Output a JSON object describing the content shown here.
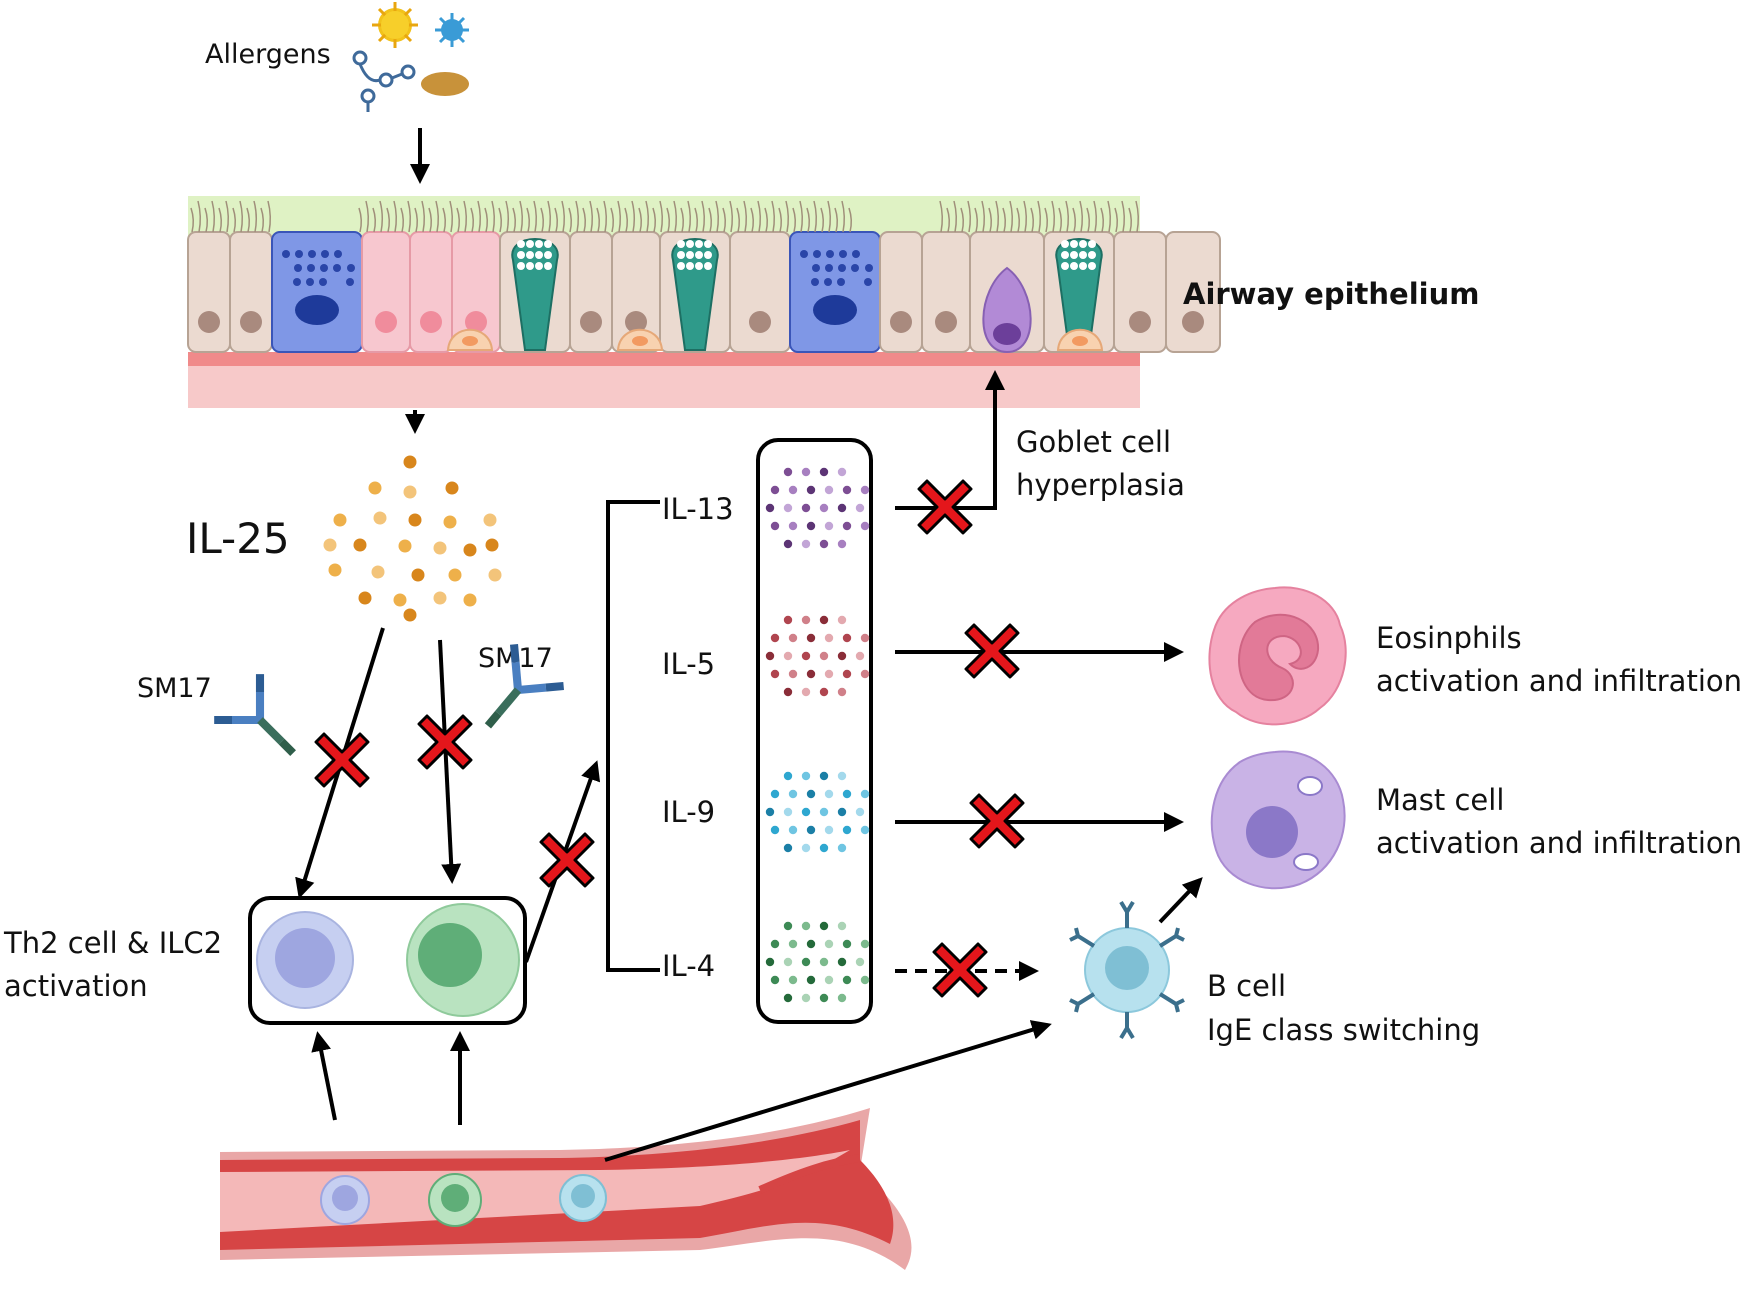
{
  "labels": {
    "allergens": "Allergens",
    "airway_epithelium": "Airway epithelium",
    "il25": "IL-25",
    "sm17_left": "SM17",
    "sm17_right": "SM17",
    "th2_line1": "Th2 cell & ILC2",
    "th2_line2": "activation",
    "il13": "IL-13",
    "il5": "IL-5",
    "il9": "IL-9",
    "il4": "IL-4",
    "goblet_line1": "Goblet cell",
    "goblet_line2": "hyperplasia",
    "eos_line1": "Eosinphils",
    "eos_line2": "activation and infiltration",
    "mast_line1": "Mast cell",
    "mast_line2": "activation and infiltration",
    "bcell_line1": "B cell",
    "bcell_line2": "IgE class switching"
  },
  "colors": {
    "block_cross": "#e4161b",
    "epithelium_mucus": "#dff2c4",
    "basement": "#f7c9c9",
    "vessel": "#d64545",
    "il25_dots": "#e8a038",
    "il13_dots": "#7d4e94",
    "il5_dots": "#b0454f",
    "il9_dots": "#2ea7d0",
    "il4_dots": "#3d8a55"
  },
  "icons": {
    "antibody": "antibody-icon",
    "cross": "block-cross-icon",
    "allergen_sun": "pollen-icon",
    "allergen_virus": "mite-icon"
  }
}
